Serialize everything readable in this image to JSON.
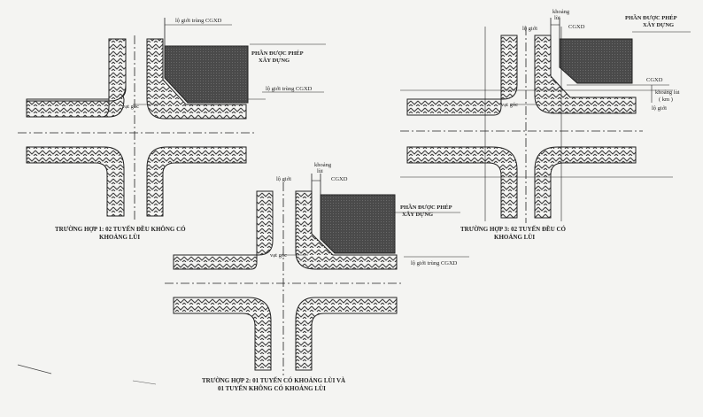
{
  "case1": {
    "caption_line1": "TRƯỜNG HỢP 1: 02 TUYẾN ĐỀU KHÔNG CÓ",
    "caption_line2": "KHOẢNG LÙI",
    "label_lo_gioi_top": "lộ giới trùng CGXD",
    "label_allowed_1": "PHẦN ĐƯỢC PHÉP",
    "label_allowed_2": "XÂY DỰNG",
    "label_lo_gioi_right": "lộ giới trùng CGXD",
    "label_vat_goc": "vạt góc"
  },
  "case2": {
    "caption_line1": "TRƯỜNG HỢP 2: 01 TUYẾN CÓ KHOẢNG LÙI VÀ",
    "caption_line2": "01 TUYẾN KHÔNG CÓ KHOẢNG LÙI",
    "label_khoang": "khoảng",
    "label_lui": "lùi",
    "label_lo_gioi": "lộ giới",
    "label_cgxd": "CGXD",
    "label_allowed_1": "PHẦN ĐƯỢC PHÉP",
    "label_allowed_2": "XÂY DỰNG",
    "label_lo_gioi_right": "lộ giới trùng CGXD",
    "label_vat_goc": "vạt góc"
  },
  "case3": {
    "caption_line1": "TRƯỜNG HỢP 3: 02 TUYẾN ĐỀU CÓ",
    "caption_line2": "KHOẢNG LÙI",
    "label_khoang": "khoảng",
    "label_lui": "lùi",
    "label_lo_gioi": "lộ giới",
    "label_cgxd": "CGXD",
    "label_allowed_1": "PHẦN ĐƯỢC PHÉP",
    "label_allowed_2": "XÂY DỰNG",
    "label_cgxd_right": "CGXD",
    "label_khoang_lui_right": "khoảng lùi",
    "label_km": "( km )",
    "label_lo_gioi_right": "lộ giới",
    "label_vat_goc": "vạt góc"
  },
  "colors": {
    "paper": "#f4f4f2",
    "ink": "#222222",
    "hatch": "#3a3a3a",
    "allowed_zone": "#4a4a4a"
  }
}
